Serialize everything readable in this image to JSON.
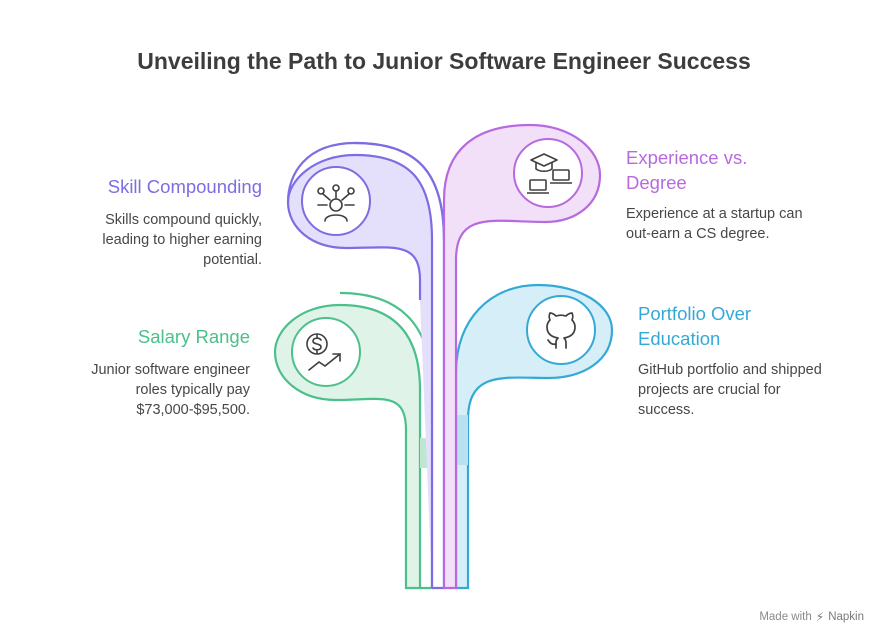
{
  "title": "Unveiling the Path to Junior Software Engineer Success",
  "colors": {
    "purple": "#7c6ee2",
    "magenta": "#b76ae0",
    "green": "#4cc08a",
    "blue": "#35a9d6",
    "title": "#3d3d3d"
  },
  "items": [
    {
      "id": "skill",
      "heading": "Skill Compounding",
      "description": "Skills compound quickly, leading to higher earning potential.",
      "icon": "network-person-icon"
    },
    {
      "id": "experience",
      "heading": "Experience vs. Degree",
      "description": "Experience at a startup can out-earn a CS degree.",
      "icon": "graduation-laptop-icon"
    },
    {
      "id": "salary",
      "heading": "Salary Range",
      "description": "Junior software engineer roles typically pay $73,000-$95,500.",
      "icon": "dollar-trend-icon"
    },
    {
      "id": "portfolio",
      "heading": "Portfolio Over Education",
      "description": "GitHub portfolio and shipped projects are crucial for success.",
      "icon": "github-icon"
    }
  ],
  "footer": {
    "made_with": "Made with",
    "brand": "Napkin"
  }
}
